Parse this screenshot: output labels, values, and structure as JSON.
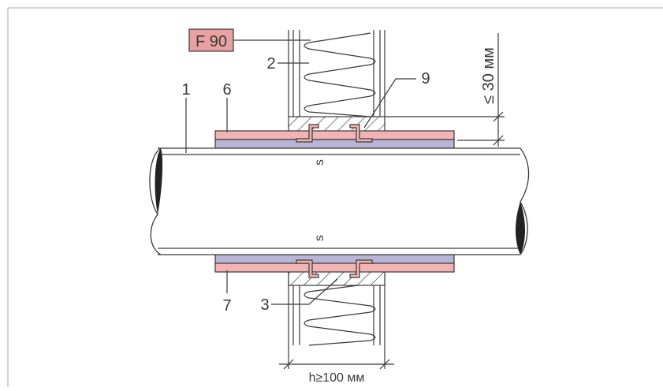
{
  "fire_rating": "F 90",
  "labels": {
    "pipe": "1",
    "wall_insulation": "2",
    "seal_bottom": "3",
    "collar_top": "6",
    "collar_bottom": "7",
    "seal_top": "9",
    "gap_top": "s",
    "gap_bottom": "s"
  },
  "dimensions": {
    "max_gap": "≤ 30 мм",
    "min_wall": "h≥100 мм"
  },
  "colors": {
    "fire_badge": "#e8a0a0",
    "collar_pink": "#f2b3b3",
    "collar_lavender": "#b9b5d6",
    "line": "#3a3a3a",
    "pipe_end": "#222222"
  }
}
